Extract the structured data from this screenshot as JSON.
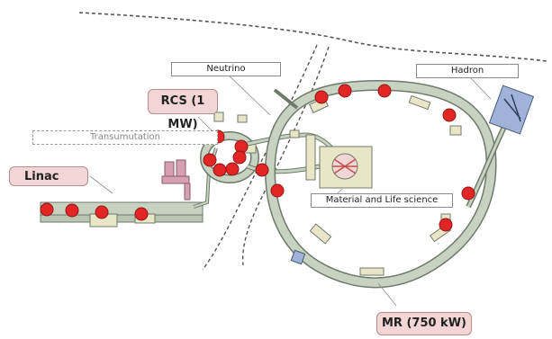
{
  "labels": {
    "neutrino": "Neutrino",
    "hadron": "Hadron",
    "rcs": "RCS (1 MW)",
    "transmutation": "Transumutation",
    "linac": "Linac",
    "mlf": "Material and Life science",
    "mr": "MR (750 kW)"
  },
  "colors": {
    "tunnel": "#c7d3c0",
    "tunnel_edge": "#6f7a6b",
    "magnet": "#e22525",
    "callout_fill": "#f2d6d6",
    "building": "#e9e6c8",
    "hadron_hall": "#9fb3d9"
  }
}
